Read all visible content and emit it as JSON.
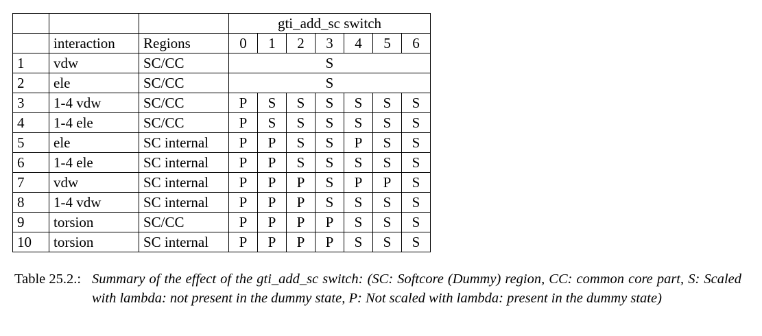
{
  "table": {
    "group_header": "gti_add_sc switch",
    "col_interaction": "interaction",
    "col_regions": "Regions",
    "switch_values": [
      "0",
      "1",
      "2",
      "3",
      "4",
      "5",
      "6"
    ],
    "rows": [
      {
        "num": "1",
        "interaction": "vdw",
        "region": "SC/CC",
        "span": "S"
      },
      {
        "num": "2",
        "interaction": "ele",
        "region": "SC/CC",
        "span": "S"
      },
      {
        "num": "3",
        "interaction": "1-4 vdw",
        "region": "SC/CC",
        "cells": [
          "P",
          "S",
          "S",
          "S",
          "S",
          "S",
          "S"
        ]
      },
      {
        "num": "4",
        "interaction": "1-4 ele",
        "region": "SC/CC",
        "cells": [
          "P",
          "S",
          "S",
          "S",
          "S",
          "S",
          "S"
        ]
      },
      {
        "num": "5",
        "interaction": "ele",
        "region": "SC internal",
        "cells": [
          "P",
          "P",
          "S",
          "S",
          "P",
          "S",
          "S"
        ]
      },
      {
        "num": "6",
        "interaction": "1-4 ele",
        "region": "SC internal",
        "cells": [
          "P",
          "P",
          "S",
          "S",
          "S",
          "S",
          "S"
        ]
      },
      {
        "num": "7",
        "interaction": "vdw",
        "region": "SC internal",
        "cells": [
          "P",
          "P",
          "P",
          "S",
          "P",
          "P",
          "S"
        ]
      },
      {
        "num": "8",
        "interaction": "1-4 vdw",
        "region": "SC internal",
        "cells": [
          "P",
          "P",
          "P",
          "S",
          "S",
          "S",
          "S"
        ]
      },
      {
        "num": "9",
        "interaction": "torsion",
        "region": "SC/CC",
        "cells": [
          "P",
          "P",
          "P",
          "P",
          "S",
          "S",
          "S"
        ]
      },
      {
        "num": "10",
        "interaction": "torsion",
        "region": "SC internal",
        "cells": [
          "P",
          "P",
          "P",
          "P",
          "S",
          "S",
          "S"
        ]
      }
    ]
  },
  "caption": {
    "label": "Table 25.2.:",
    "text": "Summary of the effect of the gti_add_sc switch: (SC: Softcore (Dummy) region, CC: common core part, S: Scaled with lambda: not present in the dummy state, P: Not scaled with lambda: present in the dummy state)"
  }
}
